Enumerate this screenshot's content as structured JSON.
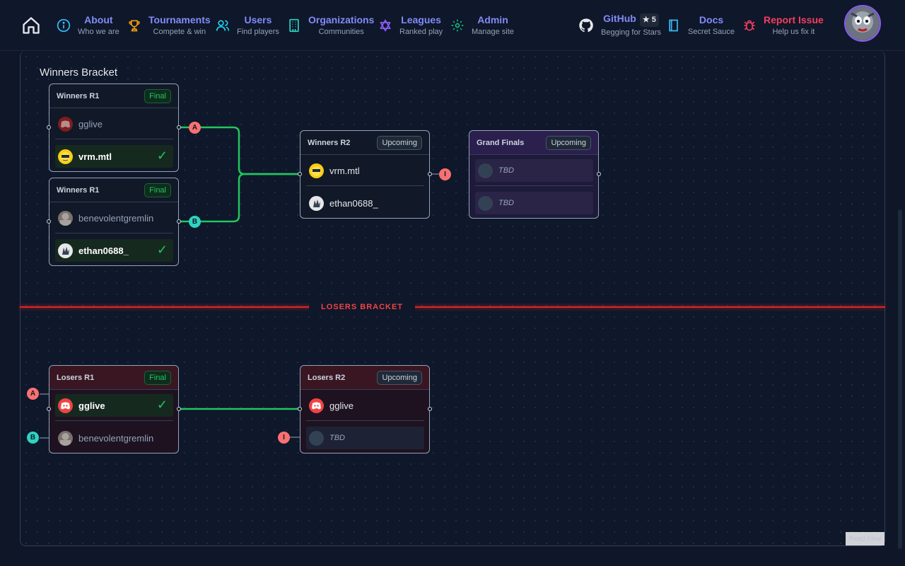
{
  "nav": {
    "items": [
      {
        "label": "About",
        "sub": "Who we are",
        "color": "#818cf8"
      },
      {
        "label": "Tournaments",
        "sub": "Compete & win",
        "color": "#818cf8"
      },
      {
        "label": "Users",
        "sub": "Find players",
        "color": "#818cf8"
      },
      {
        "label": "Organizations",
        "sub": "Communities",
        "color": "#818cf8"
      },
      {
        "label": "Leagues",
        "sub": "Ranked play",
        "color": "#818cf8"
      },
      {
        "label": "Admin",
        "sub": "Manage site",
        "color": "#818cf8"
      }
    ],
    "github": {
      "label": "GitHub",
      "stars": "★ 5",
      "sub": "Begging for Stars"
    },
    "docs": {
      "label": "Docs",
      "sub": "Secret Sauce"
    },
    "report": {
      "label": "Report Issue",
      "sub": "Help us fix it",
      "color": "#f43f5e"
    }
  },
  "bracket": {
    "winners_title": "Winners Bracket",
    "losers_label": "LOSERS BRACKET",
    "matches": {
      "w1a": {
        "title": "Winners R1",
        "status": "Final",
        "p1": "gglive",
        "p2": "vrm.mtl",
        "winner": "p2"
      },
      "w1b": {
        "title": "Winners R1",
        "status": "Final",
        "p1": "benevolentgremlin",
        "p2": "ethan0688_",
        "winner": "p2"
      },
      "w2": {
        "title": "Winners R2",
        "status": "Upcoming",
        "p1": "vrm.mtl",
        "p2": "ethan0688_"
      },
      "gf": {
        "title": "Grand Finals",
        "status": "Upcoming",
        "p1": "TBD",
        "p2": "TBD"
      },
      "l1": {
        "title": "Losers R1",
        "status": "Final",
        "p1": "gglive",
        "p2": "benevolentgremlin",
        "winner": "p1"
      },
      "l2": {
        "title": "Losers R2",
        "status": "Upcoming",
        "p1": "gglive",
        "p2": "TBD"
      }
    },
    "markers": {
      "a": "A",
      "b": "B",
      "i": "I"
    },
    "check": "✓"
  },
  "footer": {
    "react_flow": "React Flow"
  },
  "colors": {
    "win_line": "#22c55e",
    "accent": "#818cf8",
    "losers_red": "#dc2626"
  }
}
